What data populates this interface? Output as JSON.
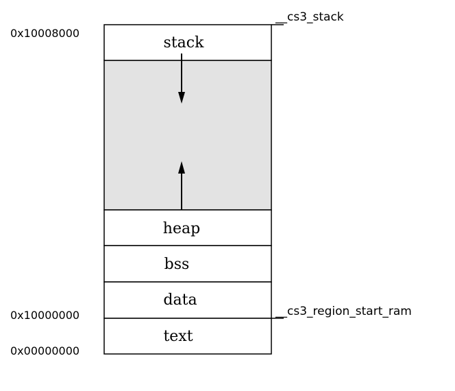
{
  "segments": {
    "stack": "stack",
    "heap": "heap",
    "bss": "bss",
    "data": "data",
    "text": "text"
  },
  "addresses": {
    "top": "0x10008000",
    "ram_start": "0x10000000",
    "zero": "0x00000000"
  },
  "symbols": {
    "stack": "__cs3_stack",
    "region_start_ram": "__cs3_region_start_ram"
  },
  "colors": {
    "free_region": "#e3e3e3",
    "outline": "#000000"
  }
}
